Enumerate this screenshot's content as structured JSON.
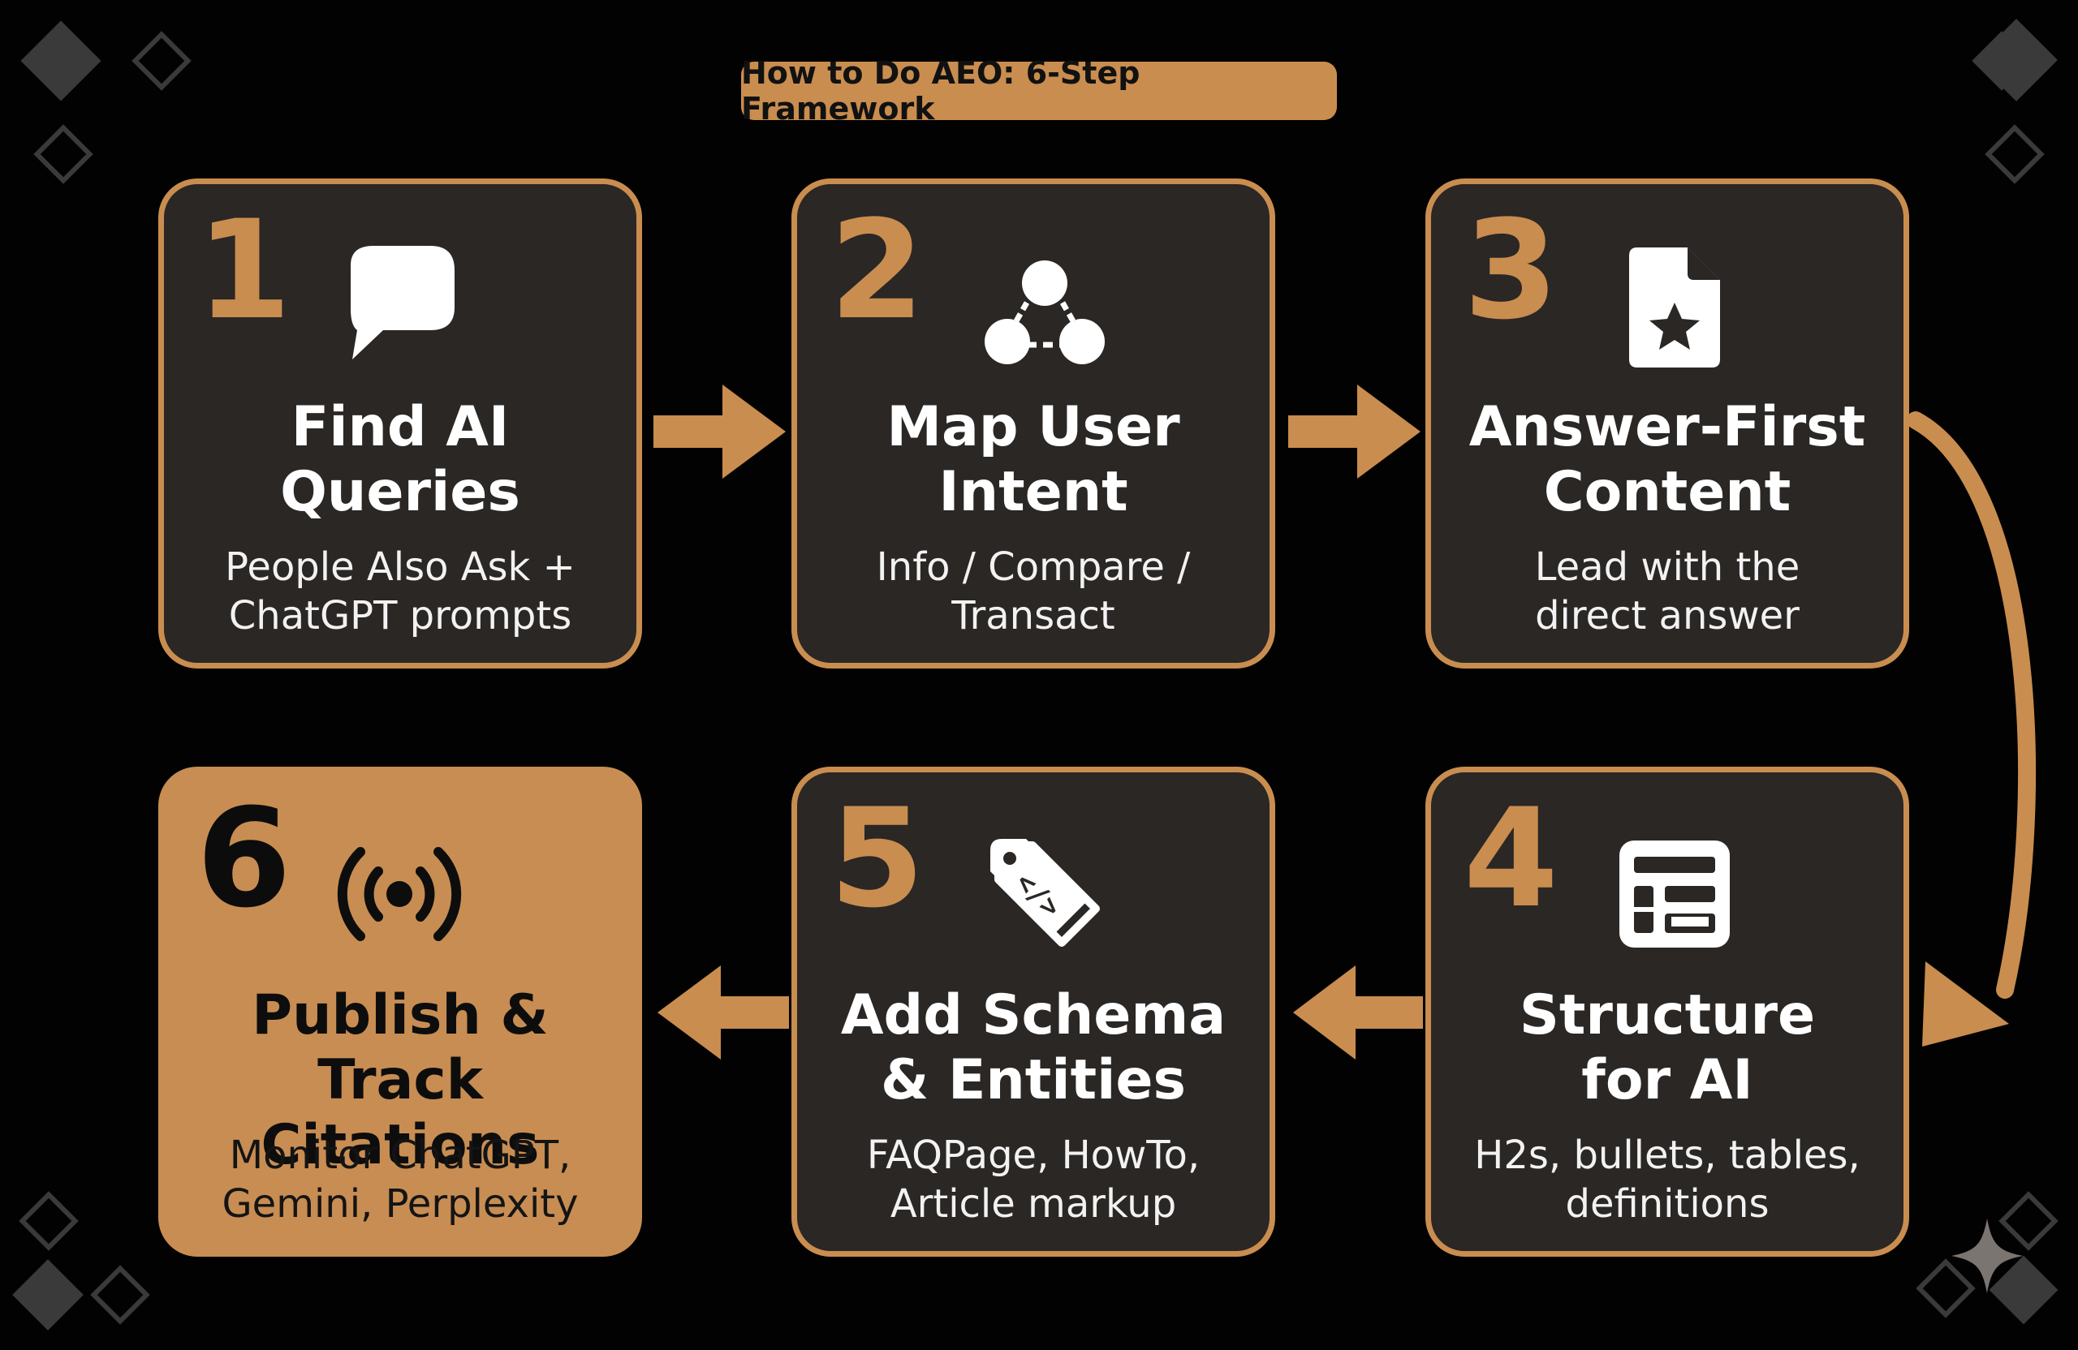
{
  "title": "How to Do AEO: 6-Step Framework",
  "colors": {
    "accent": "#c98d4f",
    "card_bg": "#2a2725",
    "page_bg": "#020202",
    "text_light": "#ffffff",
    "text_dark": "#0d0d0d"
  },
  "steps": [
    {
      "number": "1",
      "icon": "speech-bubble-icon",
      "heading": [
        "Find AI",
        "Queries"
      ],
      "desc": [
        "People Also Ask +",
        "ChatGPT prompts"
      ]
    },
    {
      "number": "2",
      "icon": "user-intent-network-icon",
      "heading": [
        "Map User",
        "Intent"
      ],
      "desc": [
        "Info / Compare /",
        "Transact"
      ]
    },
    {
      "number": "3",
      "icon": "document-star-icon",
      "heading": [
        "Answer-First",
        "Content"
      ],
      "desc": [
        "Lead with the",
        "direct answer"
      ]
    },
    {
      "number": "4",
      "icon": "layout-structure-icon",
      "heading": [
        "Structure",
        "for AI"
      ],
      "desc": [
        "H2s, bullets, tables,",
        "definitions"
      ]
    },
    {
      "number": "5",
      "icon": "code-tag-icon",
      "heading": [
        "Add Schema",
        "& Entities"
      ],
      "desc": [
        "FAQPage, HowTo,",
        "Article markup"
      ]
    },
    {
      "number": "6",
      "icon": "broadcast-signal-icon",
      "heading": [
        "Publish & Track",
        "Citations"
      ],
      "desc": [
        "Monitor ChatGPT,",
        "Gemini, Perplexity"
      ]
    }
  ]
}
